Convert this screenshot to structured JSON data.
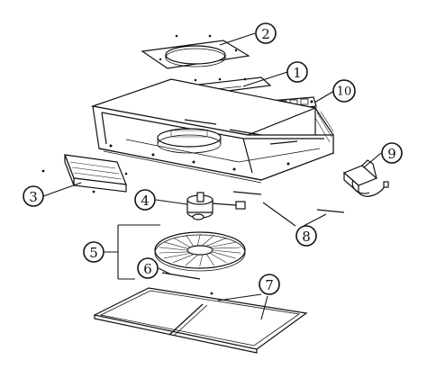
{
  "diagram": {
    "type": "exploded-parts-view",
    "colors": {
      "line": "#111111",
      "background": "#ffffff"
    },
    "callouts": [
      {
        "id": "c1",
        "label": "1"
      },
      {
        "id": "c2",
        "label": "2"
      },
      {
        "id": "c3",
        "label": "3"
      },
      {
        "id": "c4",
        "label": "4"
      },
      {
        "id": "c5",
        "label": "5"
      },
      {
        "id": "c6",
        "label": "6"
      },
      {
        "id": "c7",
        "label": "7"
      },
      {
        "id": "c8",
        "label": "8"
      },
      {
        "id": "c9",
        "label": "9"
      },
      {
        "id": "c10",
        "label": "10"
      }
    ]
  }
}
